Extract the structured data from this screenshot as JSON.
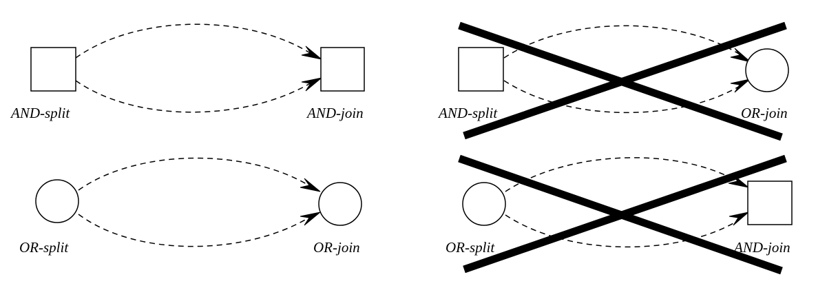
{
  "panels": {
    "valid_and": {
      "from_label": "AND-split",
      "to_label": "AND-join"
    },
    "valid_or": {
      "from_label": "OR-split",
      "to_label": "OR-join"
    },
    "invalid_and_or": {
      "from_label": "AND-split",
      "to_label": "OR-join"
    },
    "invalid_or_and": {
      "from_label": "OR-split",
      "to_label": "AND-join"
    }
  },
  "colors": {
    "stroke": "#000000",
    "fill": "#ffffff"
  }
}
